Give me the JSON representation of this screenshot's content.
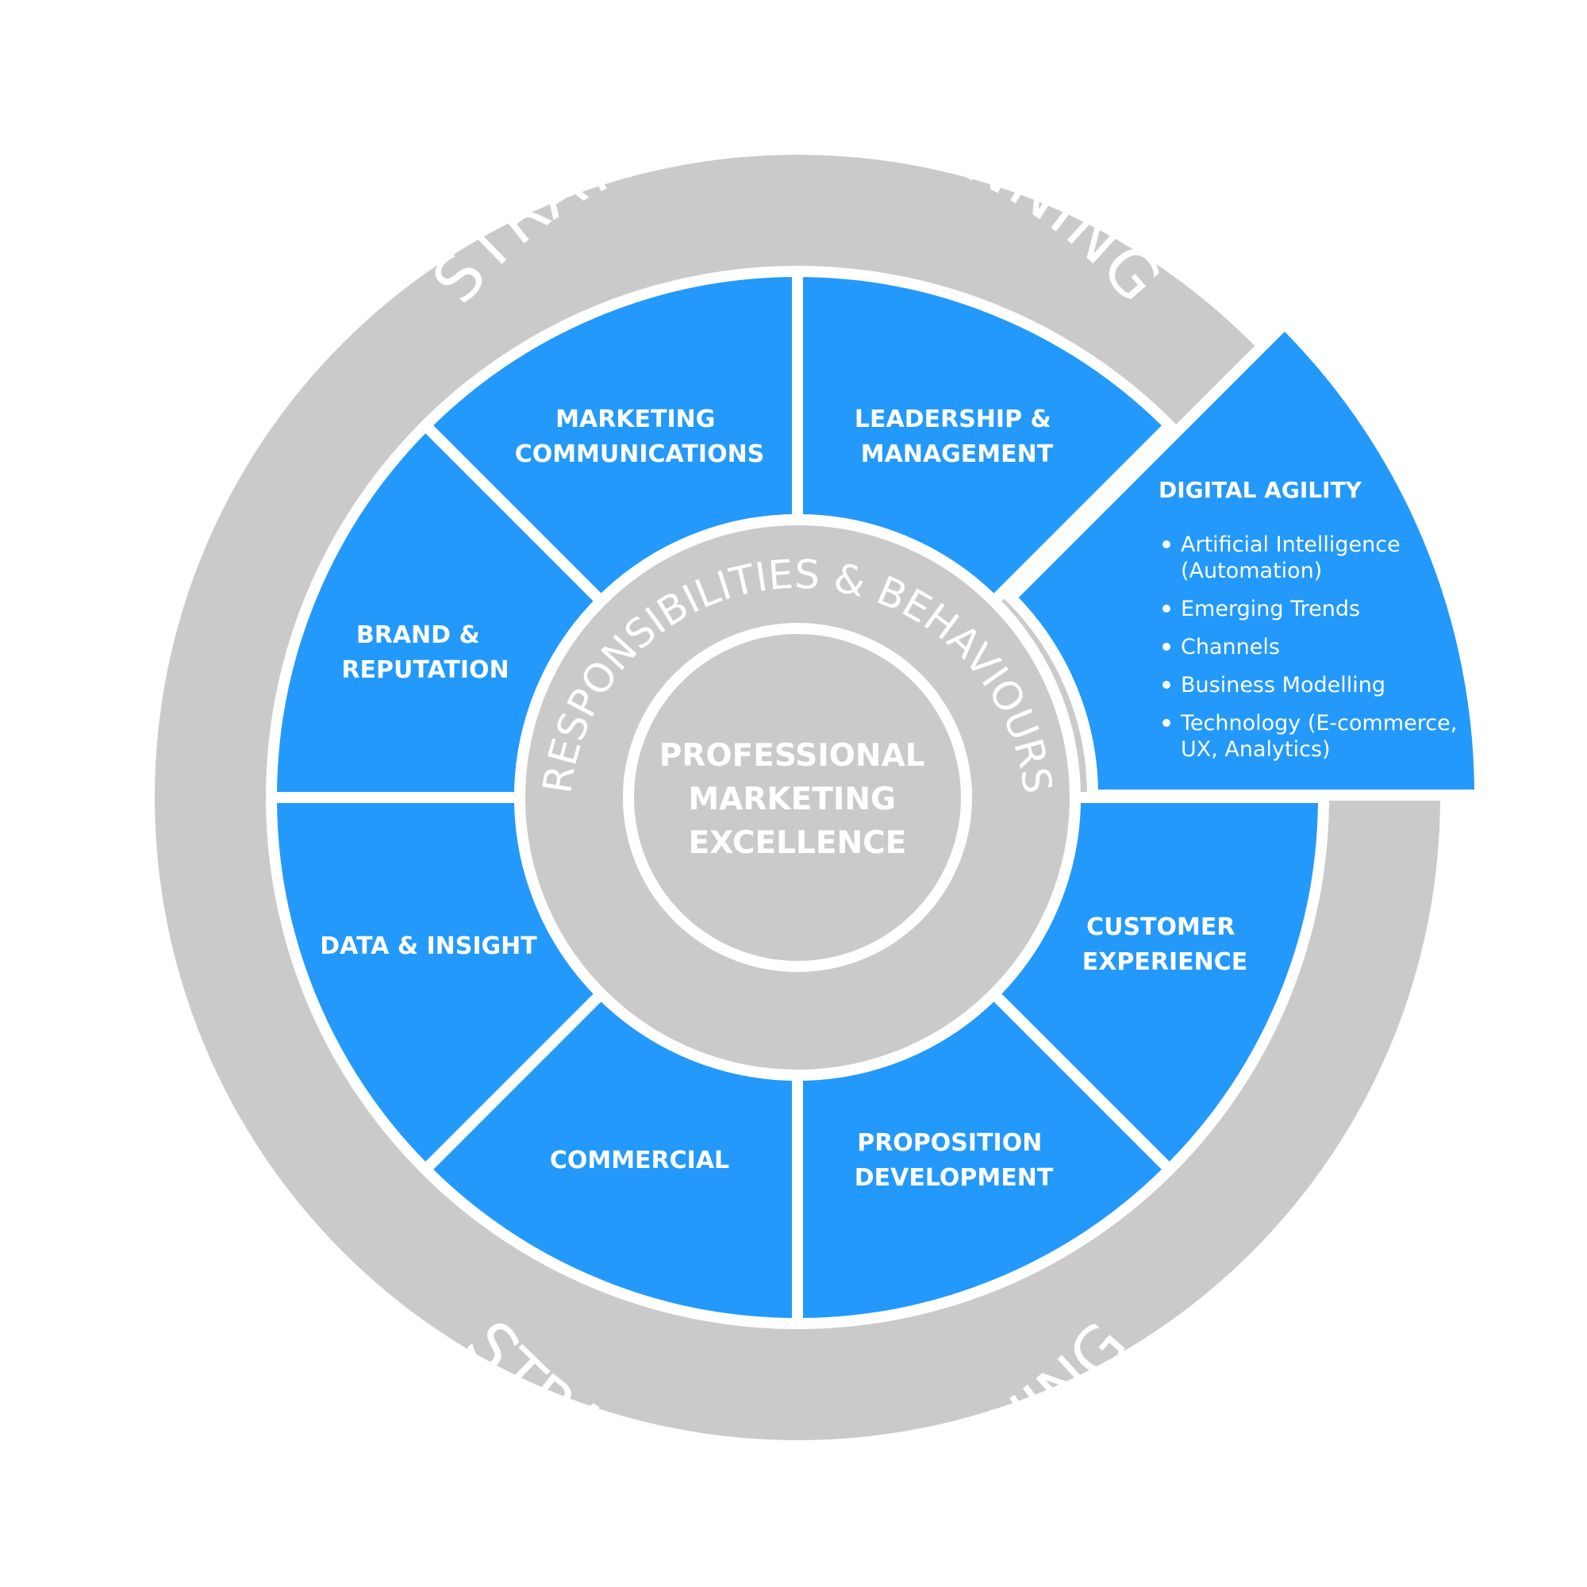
{
  "colors": {
    "segment_blue": "#2399fb",
    "ring_gray": "#cacaca",
    "divider": "#ffffff",
    "text": "#ffffff"
  },
  "outer_ring": {
    "top_label": "STRATEGY & PLANNING",
    "bottom_label": "STRATEGY & PLANNING"
  },
  "middle_ring": {
    "label": "RESPONSIBILITIES & BEHAVIOURS"
  },
  "core": {
    "lines": [
      "PROFESSIONAL",
      "MARKETING",
      "EXCELLENCE"
    ]
  },
  "segments": [
    {
      "id": "marketing-communications",
      "lines": [
        "MARKETING",
        "COMMUNICATIONS"
      ]
    },
    {
      "id": "leadership-management",
      "lines": [
        "LEADERSHIP &",
        "MANAGEMENT"
      ]
    },
    {
      "id": "customer-experience",
      "lines": [
        "CUSTOMER",
        "EXPERIENCE"
      ]
    },
    {
      "id": "proposition-development",
      "lines": [
        "PROPOSITION",
        "DEVELOPMENT"
      ]
    },
    {
      "id": "commercial",
      "lines": [
        "COMMERCIAL"
      ]
    },
    {
      "id": "data-insight",
      "lines": [
        "DATA & INSIGHT"
      ]
    },
    {
      "id": "brand-reputation",
      "lines": [
        "BRAND &",
        "REPUTATION"
      ]
    }
  ],
  "digital_agility": {
    "title": "DIGITAL AGILITY",
    "bullets": [
      [
        "Artificial Intelligence",
        "(Automation)"
      ],
      [
        "Emerging Trends"
      ],
      [
        "Channels"
      ],
      [
        "Business Modelling"
      ],
      [
        "Technology (E-commerce,",
        "UX, Analytics)"
      ]
    ]
  }
}
